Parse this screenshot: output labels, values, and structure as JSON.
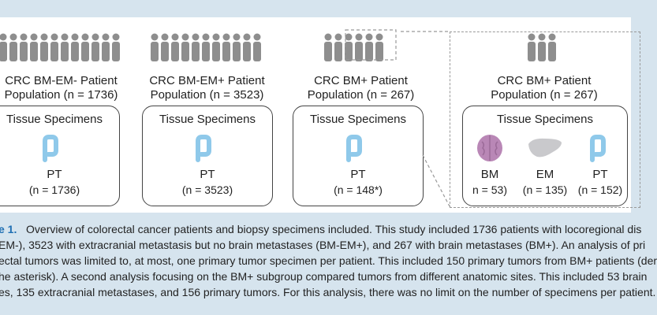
{
  "populations": [
    {
      "title": "CRC BM-EM- Patient",
      "subtitle": "Population (n = 1736)"
    },
    {
      "title": "CRC BM-EM+ Patient",
      "subtitle": "Population (n = 3523)"
    },
    {
      "title": "CRC BM+ Patient",
      "subtitle": "Population (n = 267)"
    },
    {
      "title": "CRC BM+ Patient",
      "subtitle": "Population (n = 267)"
    }
  ],
  "box_title": "Tissue Specimens",
  "specimens": [
    {
      "site": "PT",
      "count": "(n = 1736)"
    },
    {
      "site": "PT",
      "count": "(n = 3523)"
    },
    {
      "site": "PT",
      "count": "(n = 148*)"
    }
  ],
  "subgroup": [
    {
      "site": "BM",
      "count": "n = 53)"
    },
    {
      "site": "EM",
      "count": "(n = 135)"
    },
    {
      "site": "PT",
      "count": "(n = 152)"
    }
  ],
  "caption": {
    "figure_no": "e 1.",
    "lines": [
      "Overview of colorectal cancer patients and biopsy specimens included. This study included 1736 patients with locoregional dis",
      "EM-), 3523 with extracranial metastasis but no brain metastases (BM-EM+), and 267 with brain metastases (BM+). An analysis of pri",
      "ectal tumors was limited to, at most, one primary tumor specimen per patient. This included 150 primary tumors from BM+ patients (der",
      "he asterisk). A second analysis focusing on the BM+ subgroup compared tumors from different anatomic sites. This included 53 brain",
      "es, 135 extracranial metastases, and 156 primary tumors. For this analysis, there was no limit on the number of specimens per patient."
    ]
  },
  "colors": {
    "person": "#8e8e8e",
    "colon": "#8fc9ea",
    "brain": "#b987b6",
    "liver": "#c9c9cc",
    "caption_bg": "#d6e4ee",
    "figure_label": "#1f6fb3"
  }
}
